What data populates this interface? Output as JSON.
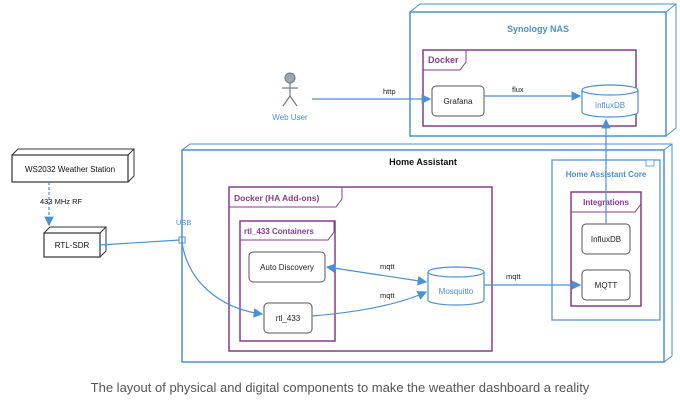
{
  "diagram": {
    "synology": "Synology NAS",
    "docker_nas": "Docker",
    "grafana": "Grafana",
    "influxdb_nas": "InfluxDB",
    "web_user": "Web User",
    "http": "http",
    "flux": "flux",
    "weather_station": "WS2032 Weather Station",
    "rf": "433 MHz RF",
    "rtlsdr": "RTL-SDR",
    "usb": "USB",
    "home_assistant": "Home Assistant",
    "docker_ha": "Docker (HA Add-ons)",
    "rtl433_containers": "rtl_433 Containers",
    "auto_discovery": "Auto Discovery",
    "rtl433": "rtl_433",
    "mqtt_1": "mqtt",
    "mqtt_2": "mqtt",
    "mqtt_3": "mqtt",
    "mosquitto": "Mosquitto",
    "ha_core": "Home Assistant Core",
    "integrations": "Integrations",
    "influxdb_int": "InfluxDB",
    "mqtt_int": "MQTT"
  },
  "colors": {
    "blue": "#4a90d9",
    "purple": "#8b3a8e",
    "node_blue": "#5b7fb5"
  },
  "caption": "The layout of physical and digital components to make the weather dashboard a reality"
}
